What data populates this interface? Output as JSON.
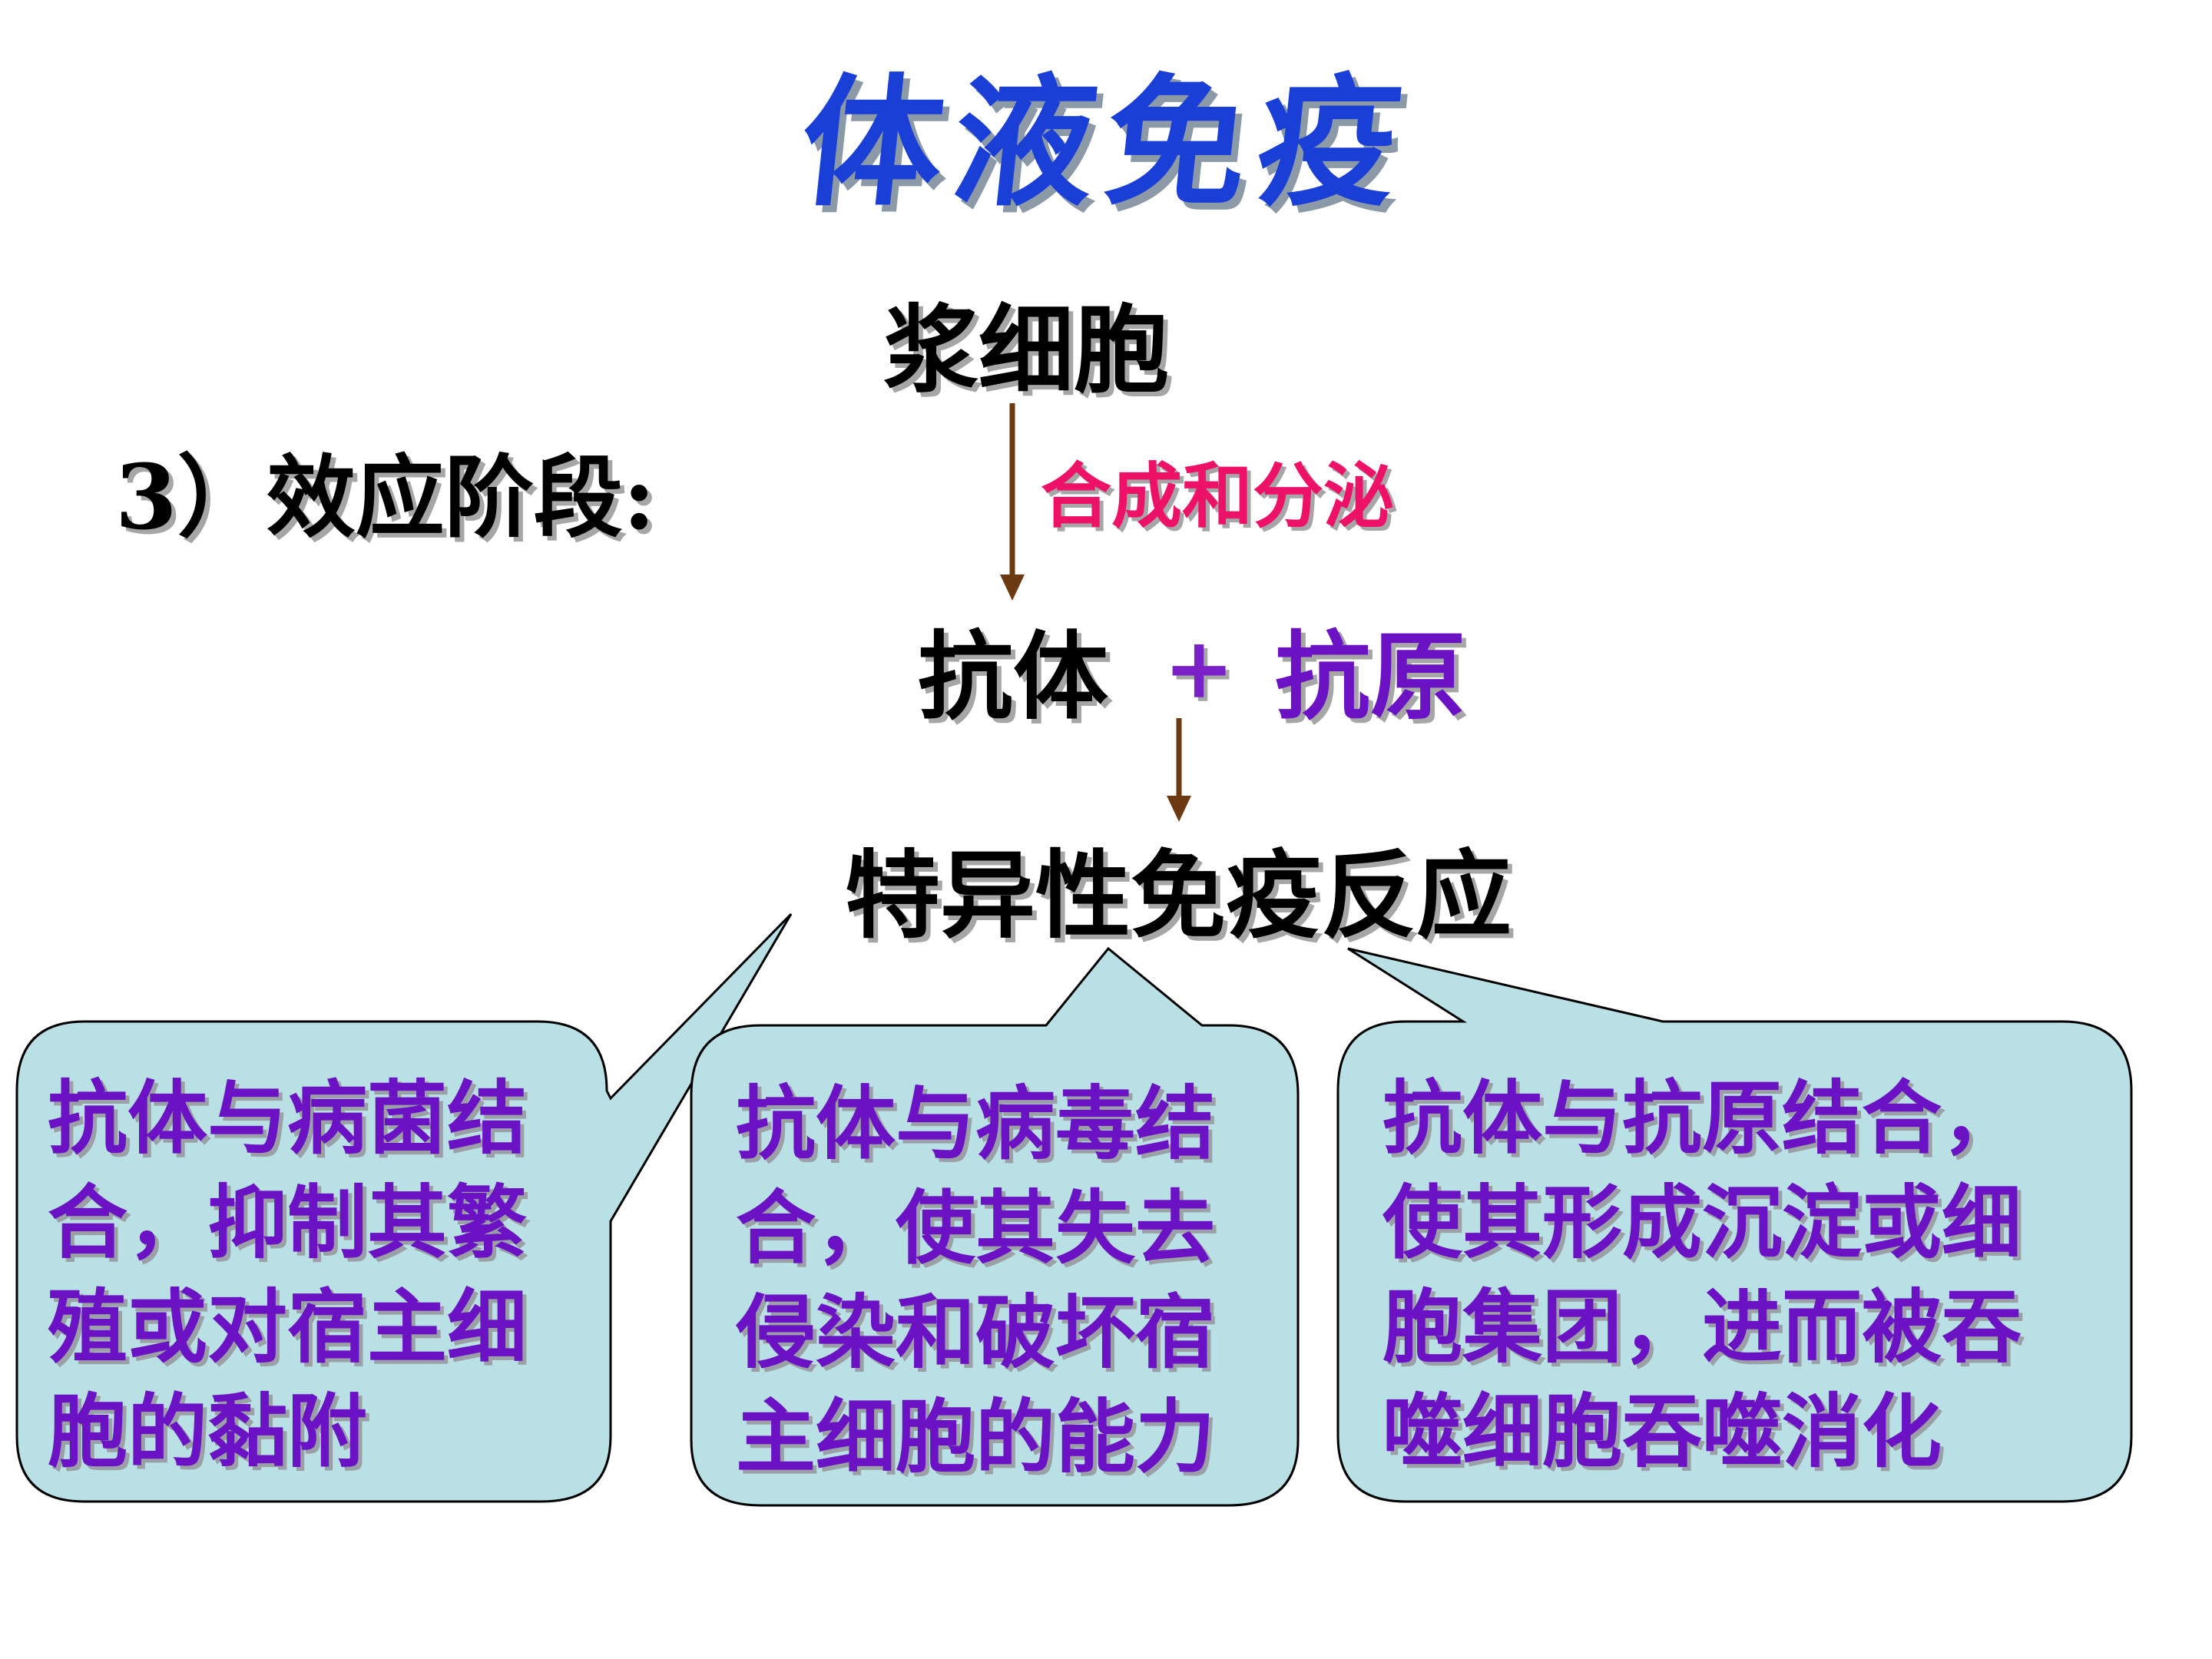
{
  "title": "体液免疫",
  "stage_label": "3）效应阶段:",
  "plasma_cell": "浆细胞",
  "secrete_label": "合成和分泌",
  "antibody": "抗体",
  "plus": "+",
  "antigen": "抗原",
  "reaction": "特异性免疫反应",
  "bubbles": [
    {
      "lines": [
        "抗体与病菌结",
        "合，抑制其繁",
        "殖或对宿主细",
        "胞的黏附"
      ]
    },
    {
      "lines": [
        "抗体与病毒结",
        "合，使其失去",
        "侵染和破坏宿",
        "主细胞的能力"
      ]
    },
    {
      "lines": [
        "抗体与抗原结合，",
        "使其形成沉淀或细",
        "胞集团，进而被吞",
        "噬细胞吞噬消化"
      ]
    }
  ],
  "colors": {
    "title": "#1a3fd6",
    "secrete": "#ee1168",
    "purple_text": "#6a12c4",
    "bubble_fill": "#b9e0e4",
    "arrow": "#6b3a12"
  }
}
